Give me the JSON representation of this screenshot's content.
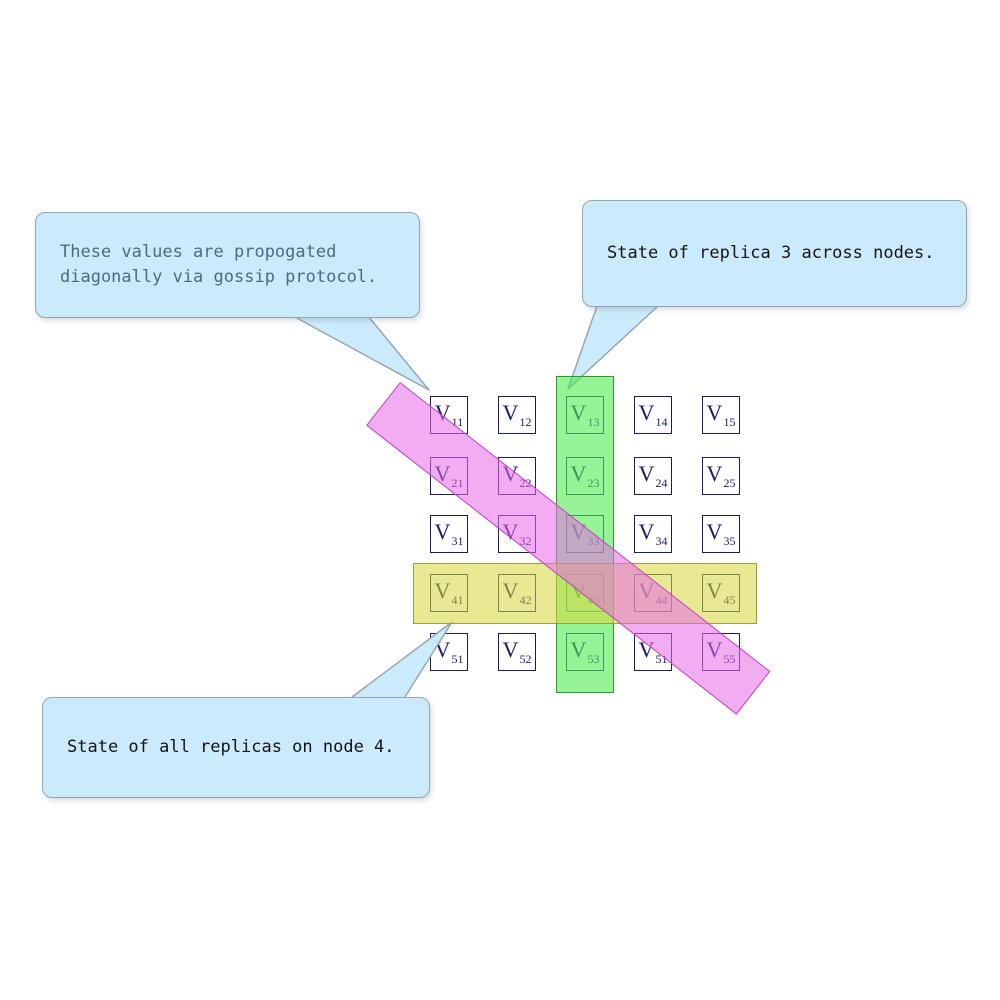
{
  "grid": {
    "cells": [
      [
        "V11",
        "V12",
        "V13",
        "V14",
        "V15"
      ],
      [
        "V21",
        "V22",
        "V23",
        "V24",
        "V25"
      ],
      [
        "V31",
        "V32",
        "V33",
        "V34",
        "V35"
      ],
      [
        "V41",
        "V42",
        "V43",
        "V44",
        "V45"
      ],
      [
        "V51",
        "V52",
        "V53",
        "V51",
        "V55"
      ]
    ],
    "cell_text_color": "#1a1a6e",
    "cell_border_color": "#1a1a6e"
  },
  "bands": {
    "column_highlight": {
      "label": "replica-3-column",
      "fill": "rgba(80,235,80,0.6)",
      "border": "#2aa02a"
    },
    "row_highlight": {
      "label": "node-4-row",
      "fill": "rgba(215,215,60,0.55)",
      "border": "#a0a038"
    },
    "diagonal_highlight": {
      "label": "gossip-diagonal",
      "fill": "rgba(232,105,232,0.55)",
      "border": "#c246c2"
    }
  },
  "callouts": [
    {
      "id": "gossip",
      "text": "These values are propogated diagonally via gossip protocol.",
      "text_color": "#4a6b82"
    },
    {
      "id": "replica3",
      "text": "State of replica 3 across nodes.",
      "text_color": "#141414"
    },
    {
      "id": "node4",
      "text": "State of all replicas on node 4.",
      "text_color": "#141414"
    }
  ],
  "callout_style": {
    "fill": "#cbeafb",
    "border": "#97a6ae"
  }
}
